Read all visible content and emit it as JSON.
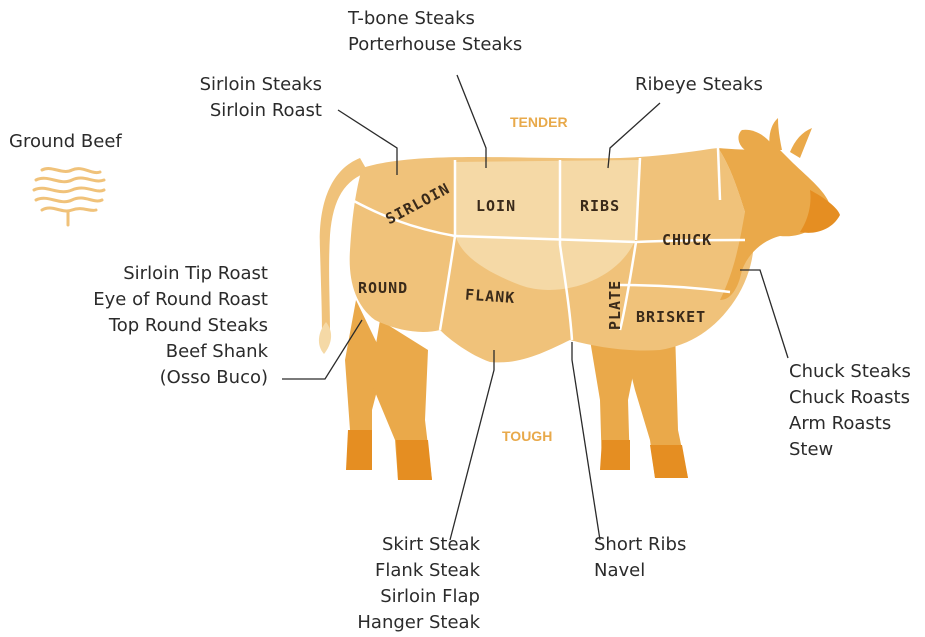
{
  "colors": {
    "light": "#f5d9a6",
    "medium": "#f0c27a",
    "dark": "#eaa94a",
    "deep": "#e58e22",
    "line": "#2b2b2b",
    "scale_text": "#e8a94a"
  },
  "scale": {
    "tender": "TENDER",
    "tough": "TOUGH"
  },
  "cuts": {
    "sirloin": "SIRLOIN",
    "loin": "LOIN",
    "ribs": "RIBS",
    "chuck": "CHUCK",
    "round": "ROUND",
    "flank": "FLANK",
    "plate": "PLATE",
    "brisket": "BRISKET"
  },
  "labels": {
    "loin": [
      "T-bone Steaks",
      "Porterhouse Steaks"
    ],
    "sirloin": [
      "Sirloin Steaks",
      "Sirloin Roast"
    ],
    "ribs": [
      "Ribeye Steaks"
    ],
    "ground": [
      "Ground Beef"
    ],
    "round": [
      "Sirloin Tip Roast",
      "Eye of Round Roast",
      "Top Round Steaks",
      "Beef Shank",
      "(Osso Buco)"
    ],
    "chuck": [
      "Chuck Steaks",
      "Chuck Roasts",
      "Arm Roasts",
      "Stew"
    ],
    "flank": [
      "Skirt Steak",
      "Flank Steak",
      "Sirloin Flap",
      "Hanger Steak"
    ],
    "plate": [
      "Short Ribs",
      "Navel"
    ]
  },
  "icons": {
    "ground": "ground-beef-icon"
  }
}
